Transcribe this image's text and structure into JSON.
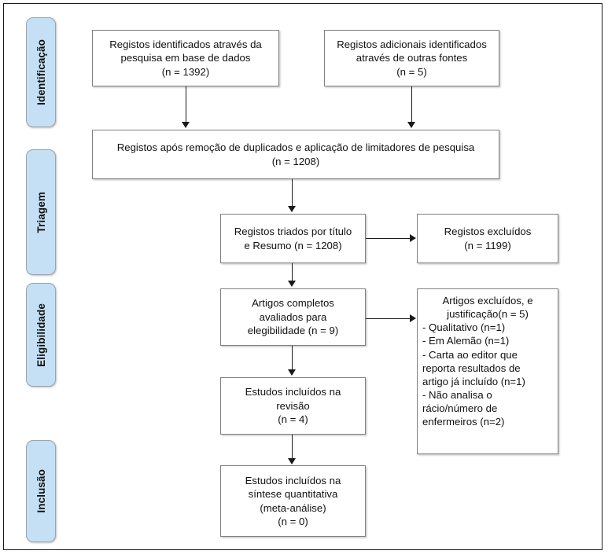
{
  "diagram": {
    "type": "prisma-flow-diagram",
    "language": "pt",
    "stages": [
      {
        "id": "identificacao",
        "label": "Identificação"
      },
      {
        "id": "triagem",
        "label": "Triagem"
      },
      {
        "id": "eligibilidade",
        "label": "Eligibilidade"
      },
      {
        "id": "inclusao",
        "label": "Inclusão"
      }
    ],
    "boxes": {
      "records_database": "Registos identificados através da\npesquisa em base de dados\n(n = 1392)",
      "records_other_sources": "Registos adicionais identificados\natravés de outras fontes\n(n = 5)",
      "records_after_duplicates": "Registos após remoção de duplicados e aplicação de limitadores de pesquisa\n(n = 1208)",
      "records_screened": "Registos triados por título\ne Resumo (n = 1208)",
      "records_excluded": "Registos excluídos\n(n = 1199)",
      "fulltext_assessed": "Artigos completos\navaliados para\nelegibilidade (n = 9)",
      "fulltext_excluded_head": "Artigos excluídos, e\njustificação(n = 5)",
      "fulltext_excluded_list": "- Qualitativo (n=1)\n- Em Alemão (n=1)\n- Carta ao editor que\nreporta resultados de\nartigo já incluído (n=1)\n- Não analisa o\nrácio/número de\nenfermeiros (n=2)",
      "studies_included_review": "Estudos incluídos na\nrevisão\n(n = 4)",
      "studies_included_synthesis": "Estudos incluídos na\nsíntese quantitativa\n(meta-análise)\n(n = 0)"
    },
    "counts": {
      "records_database": 1392,
      "records_other_sources": 5,
      "records_after_duplicates": 1208,
      "records_screened": 1208,
      "records_excluded": 1199,
      "fulltext_assessed": 9,
      "fulltext_excluded": 5,
      "excluded_qualitative": 1,
      "excluded_german": 1,
      "excluded_letter_to_editor": 1,
      "excluded_no_ratio": 2,
      "studies_included_review": 4,
      "studies_included_synthesis": 0
    },
    "colors": {
      "stage_tab_fill": "#c5e0f5",
      "stage_tab_border": "#9aa4ad",
      "box_border": "#808080",
      "connector": "#1a1a1a",
      "page_border": "#1a1a1a",
      "background": "#ffffff",
      "text": "#111111"
    }
  }
}
